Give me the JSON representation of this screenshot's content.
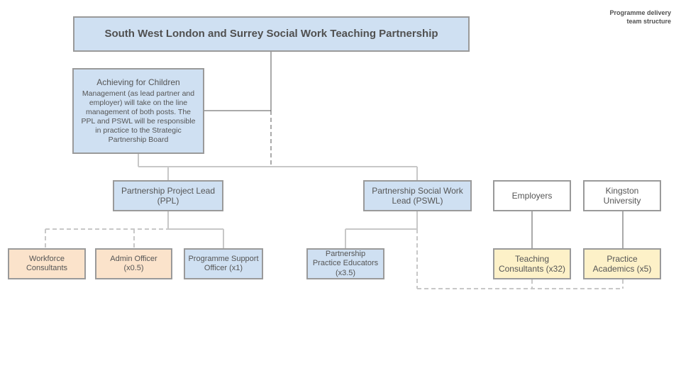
{
  "header": {
    "title": "South West London and Surrey Social Work Teaching Partnership",
    "corner_note_line1": "Programme delivery",
    "corner_note_line2": "team structure"
  },
  "nodes": {
    "achieving": {
      "line1": "Achieving for Children",
      "body": "Management (as lead partner and employer) will take on the line management of both posts. The PPL and PSWL will be responsible in practice to the Strategic Partnership Board"
    },
    "ppl": "Partnership Project Lead (PPL)",
    "pswl": "Partnership Social Work Lead (PSWL)",
    "employers": "Employers",
    "kingston": "Kingston University",
    "workforce": "Workforce Consultants",
    "admin": "Admin Officer (x0.5)",
    "pso": "Programme Support Officer (x1)",
    "ppe": "Partnership Practice Educators (x3.5)",
    "teaching": "Teaching Consultants (x32)",
    "academics": "Practice Academics (x5)"
  },
  "colors": {
    "blue_fill": "#cfe0f2",
    "peach_fill": "#fbe3cb",
    "yellow_fill": "#fdf1c8",
    "border": "#9a9a9a",
    "connector_solid": "#c8c8c8",
    "connector_dashed": "#c8c8c8",
    "connector_dark": "#555555"
  }
}
